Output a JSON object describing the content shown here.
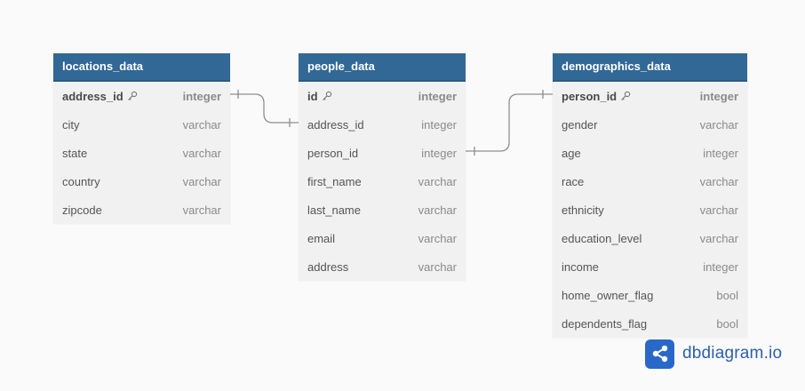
{
  "tables": [
    {
      "name": "locations_data",
      "columns": [
        {
          "name": "address_id",
          "type": "integer",
          "pk": true
        },
        {
          "name": "city",
          "type": "varchar",
          "pk": false
        },
        {
          "name": "state",
          "type": "varchar",
          "pk": false
        },
        {
          "name": "country",
          "type": "varchar",
          "pk": false
        },
        {
          "name": "zipcode",
          "type": "varchar",
          "pk": false
        }
      ]
    },
    {
      "name": "people_data",
      "columns": [
        {
          "name": "id",
          "type": "integer",
          "pk": true
        },
        {
          "name": "address_id",
          "type": "integer",
          "pk": false
        },
        {
          "name": "person_id",
          "type": "integer",
          "pk": false
        },
        {
          "name": "first_name",
          "type": "varchar",
          "pk": false
        },
        {
          "name": "last_name",
          "type": "varchar",
          "pk": false
        },
        {
          "name": "email",
          "type": "varchar",
          "pk": false
        },
        {
          "name": "address",
          "type": "varchar",
          "pk": false
        }
      ]
    },
    {
      "name": "demographics_data",
      "columns": [
        {
          "name": "person_id",
          "type": "integer",
          "pk": true
        },
        {
          "name": "gender",
          "type": "varchar",
          "pk": false
        },
        {
          "name": "age",
          "type": "integer",
          "pk": false
        },
        {
          "name": "race",
          "type": "varchar",
          "pk": false
        },
        {
          "name": "ethnicity",
          "type": "varchar",
          "pk": false
        },
        {
          "name": "education_level",
          "type": "varchar",
          "pk": false
        },
        {
          "name": "income",
          "type": "integer",
          "pk": false
        },
        {
          "name": "home_owner_flag",
          "type": "bool",
          "pk": false
        },
        {
          "name": "dependents_flag",
          "type": "bool",
          "pk": false
        }
      ]
    }
  ],
  "relationships": [
    {
      "from_table": "locations_data",
      "from_column": "address_id",
      "to_table": "people_data",
      "to_column": "address_id",
      "type": "one-to-one"
    },
    {
      "from_table": "people_data",
      "from_column": "person_id",
      "to_table": "demographics_data",
      "to_column": "person_id",
      "type": "one-to-one"
    }
  ],
  "branding": {
    "logo_text": "dbdiagram.io",
    "logo_icon": "share-nodes-icon"
  },
  "colors": {
    "header": "#316896",
    "row_bg": "#f1f1f1",
    "link": "#8f8f8f",
    "brand": "#2968c7"
  }
}
